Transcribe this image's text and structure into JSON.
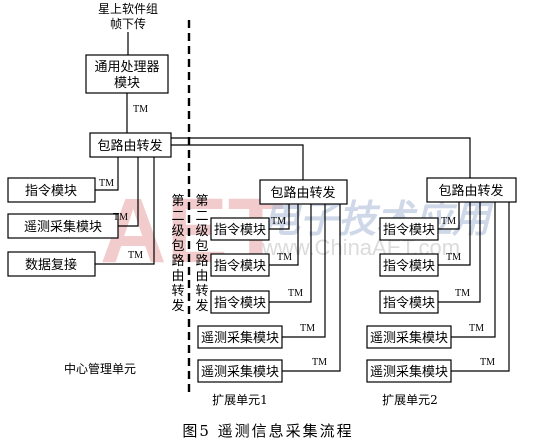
{
  "top_label": {
    "line1": "星上软件组",
    "line2": "帧下传"
  },
  "general_processor": {
    "line1": "通用处理器",
    "line2": "模块"
  },
  "tm": "TM",
  "router_main": "包路由转发",
  "center_modules": {
    "cmd": "指令模块",
    "telemetry": "遥测采集模块",
    "multiplex": "数据复接"
  },
  "second_level": [
    "第",
    "二",
    "级",
    "包",
    "路",
    "由",
    "转",
    "发"
  ],
  "ext1": {
    "router": "包路由转发",
    "cmd1": "指令模块",
    "cmd2": "指令模块",
    "cmd3": "指令模块",
    "telemetry1": "遥测采集模块",
    "telemetry2": "遥测采集模块",
    "label": "扩展单元1"
  },
  "ext2": {
    "router": "包路由转发",
    "cmd1": "指令模块",
    "cmd2": "指令模块",
    "cmd3": "指令模块",
    "telemetry1": "遥测采集模块",
    "telemetry2": "遥测采集模块",
    "label": "扩展单元2"
  },
  "center_unit_label": "中心管理单元",
  "caption": "图5  遥测信息采集流程",
  "watermark": {
    "logo": "AET",
    "chinese": "电子技术应用",
    "url": "www.ChinaAET.com"
  }
}
